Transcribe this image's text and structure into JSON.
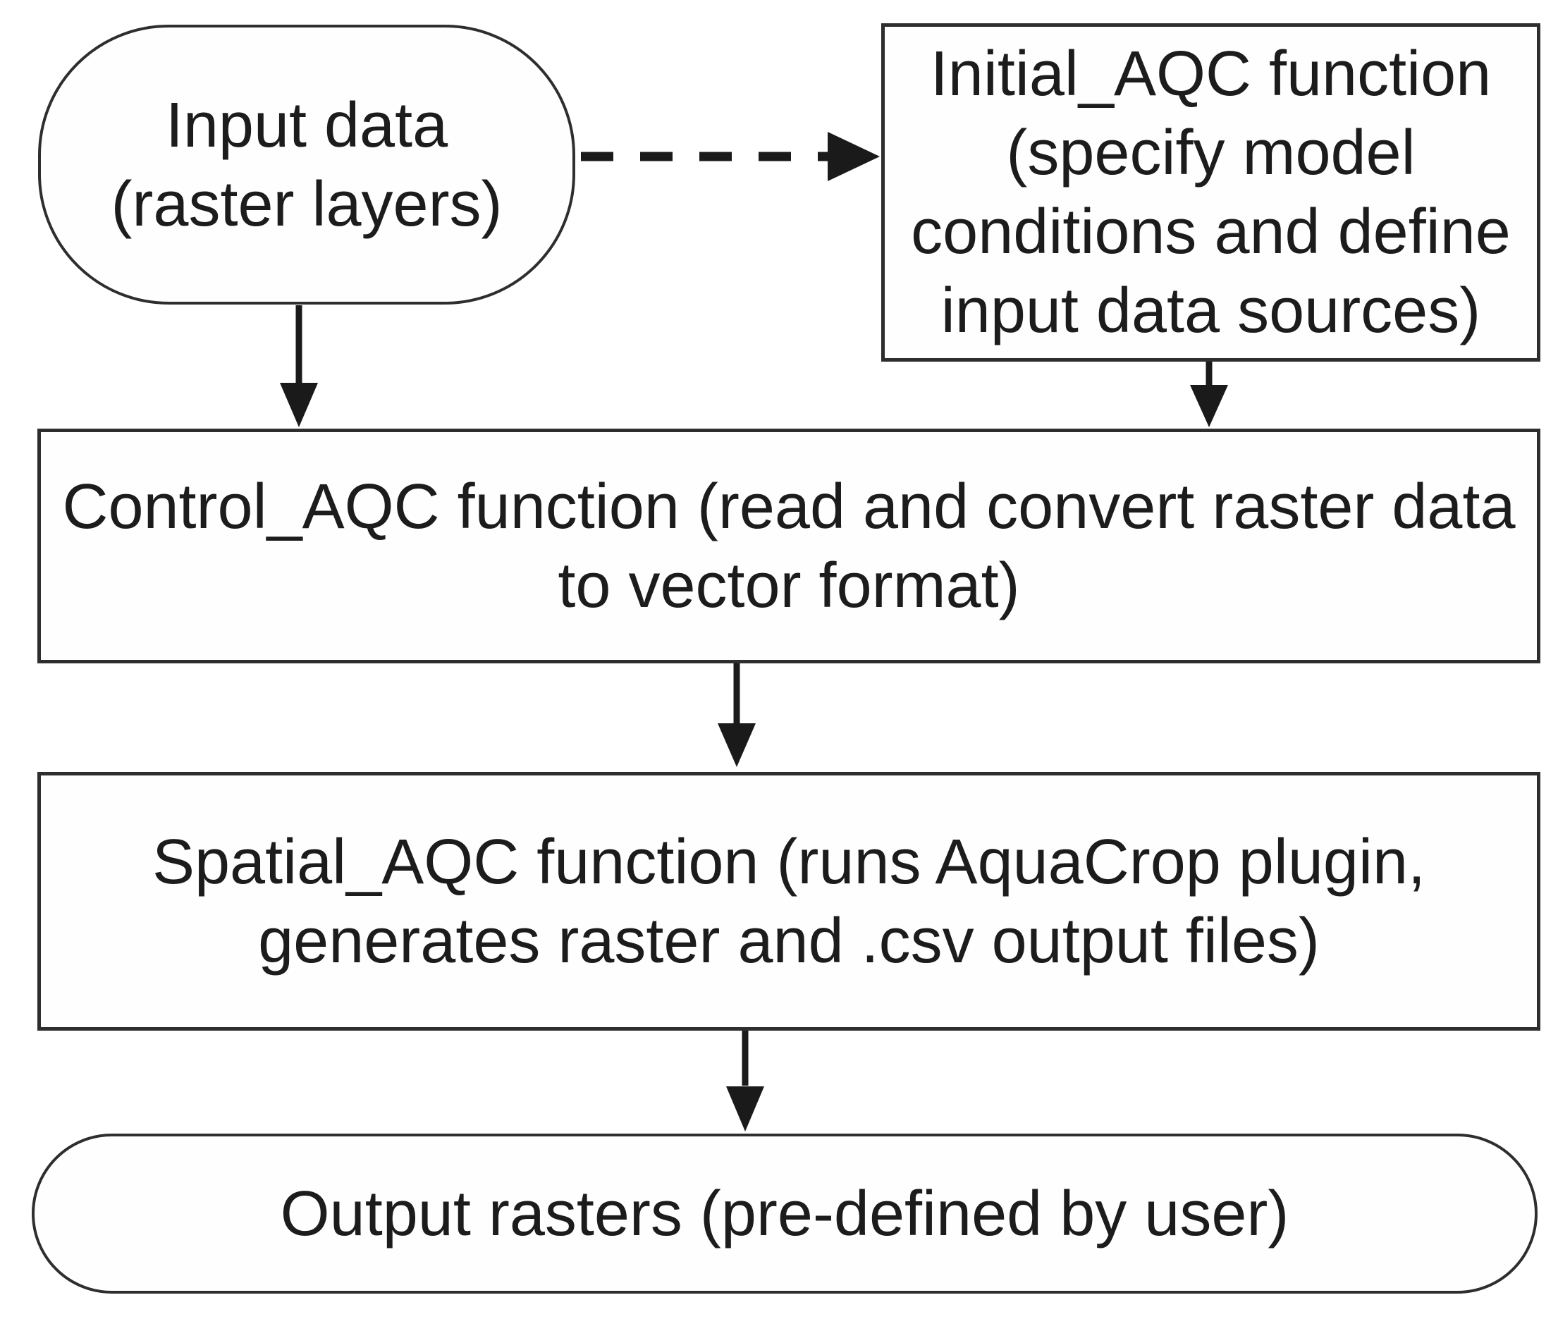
{
  "colors": {
    "background": "#ffffff",
    "border": "#2e2e2e",
    "arrow": "#1a1a1a",
    "text": "#1c1c1c"
  },
  "nodes": {
    "input_data": {
      "shape": "rounded",
      "lines": [
        "Input data",
        "(raster layers)"
      ]
    },
    "initial_aqc": {
      "shape": "rectangle",
      "lines": [
        "Initial_AQC function",
        "(specify model",
        "conditions and define",
        "input data sources)"
      ]
    },
    "control_aqc": {
      "shape": "rectangle",
      "lines": [
        "Control_AQC function (read and convert raster data",
        "to vector format)"
      ]
    },
    "spatial_aqc": {
      "shape": "rectangle",
      "lines": [
        "Spatial_AQC function (runs AquaCrop plugin,",
        "generates raster and .csv output files)"
      ]
    },
    "output_rasters": {
      "shape": "rounded",
      "lines": [
        "Output rasters (pre-defined by user)"
      ]
    }
  },
  "edges": [
    {
      "from": "input_data",
      "to": "initial_aqc",
      "style": "dashed",
      "direction": "right"
    },
    {
      "from": "input_data",
      "to": "control_aqc",
      "style": "solid",
      "direction": "down"
    },
    {
      "from": "initial_aqc",
      "to": "control_aqc",
      "style": "solid",
      "direction": "down"
    },
    {
      "from": "control_aqc",
      "to": "spatial_aqc",
      "style": "solid",
      "direction": "down"
    },
    {
      "from": "spatial_aqc",
      "to": "output_rasters",
      "style": "solid",
      "direction": "down"
    }
  ]
}
